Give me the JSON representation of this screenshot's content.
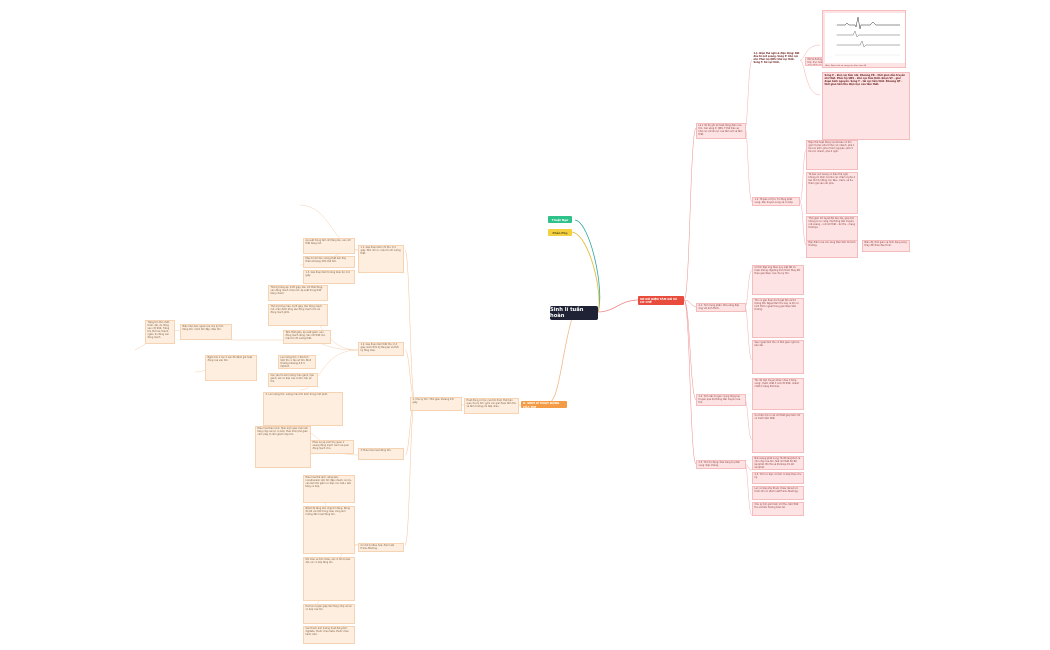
{
  "central": {
    "label": "Sinh lí tuần hoàn"
  },
  "branches": {
    "green": {
      "label": "Thuật Ngữ",
      "color": "#2ec28a"
    },
    "yellow": {
      "label": "Phần Phụ",
      "color": "#f4d03f"
    },
    "red": {
      "label": "SƠ ĐỒ ĐIỆN TÂM ĐỒ VÀ CƠ CHẾ",
      "color": "#e74c3c"
    },
    "orange": {
      "label": "II. SINH LÝ HOẠT ĐỘNG CỦA TIM",
      "color": "#f39c45"
    }
  },
  "colors": {
    "line_red": "#f08a8a",
    "line_orange": "#f2b98a",
    "line_teal": "#2aa6a0",
    "line_yellow": "#e0b830"
  },
  "right_nodes": {
    "r_ecg_head": "Là 1 đồ thị ghi lại hoạt động điện của tim. Các sóng P, QRS, T thể hiện sự khử cực và tái cực của tâm nhĩ và tâm thất.",
    "r_bold_1": "1.1. Điện thế nghỉ & điện động: Bắt đầu từ nút xoang. Sóng P: khử cực nhĩ. Phức bộ QRS: khử cực thất. Sóng T: tái cực thất.",
    "r_small_top": "Mô tả đường ghi điện tim: trục hoành biểu diễn thời gian, trục tung biểu diễn điện thế.",
    "r_fig_caption": "Hình: Đạo trình và sóng trên điện tâm đồ",
    "r_bold_list": "Sóng P – khử cực tâm nhĩ. Khoảng PR – thời gian dẫn truyền nhĩ thất. Phức bộ QRS – khử cực tâm thất. Đoạn ST – giai đoạn bình nguyên. Sóng T – tái cực tâm thất. Khoảng QT – thời gian tâm thu điện học của tâm thất.",
    "r_cell": "1.2. Tế bào cơ tim: Tự động phát xung, dẫn truyền xung và co bóp.",
    "r_long_1": "Điện thế hoạt động của tế bào cơ tim gồm 5 pha: pha 0 khử cực nhanh, pha 1 tái cực sớm, pha 2 bình nguyên, pha 3 tái cực nhanh, pha 4 nghỉ.",
    "r_long_2": "Tế bào nút xoang có điện thế nghỉ không ổn định, tự khử cực chậm ở pha 4 tạo tính tự động. Ion Na+, Ca2+ và K+ tham gia vào các pha.",
    "r_long_3": "Thời gian trơ tuyệt đối kéo dài, giúp tim không bị co cứng. Hệ thống dẫn truyền: nút xoang – nút nhĩ thất – bó His – mạng Purkinje.",
    "r_mid_small": "Đặc điểm của các sóng điện tâm đồ bình thường.",
    "r_side_small": "Biên độ, thời gian và hình dạng sóng thay đổi theo đạo trình.",
    "r_2_1": "2.1. Tính hưng phấn: Khả năng đáp ứng với kích thích.",
    "r_2_1_a": "Cơ tim đáp ứng theo quy luật tất cả hoặc không. Ngưỡng kích thích thay đổi theo giai đoạn của chu kỳ tim.",
    "r_2_1_b": "Tim có giai đoạn trơ tuyệt đối và trơ tương đối. Ngoại tâm thu xảy ra khi có kích thích ngoài trong giai đoạn tâm trương.",
    "r_2_1_c": "Sau ngoại tâm thu có thời gian nghỉ bù kéo dài.",
    "r_2_2": "2.2. Tính dẫn truyền: Xung động lan truyền qua hệ thống dẫn truyền của tim.",
    "r_2_2_a": "Tốc độ dẫn truyền khác nhau ở từng vùng: chậm nhất ở nút nhĩ thất, nhanh nhất ở mạng Purkinje.",
    "r_2_2_b": "Sự chậm trễ ở nút nhĩ thất giúp tâm nhĩ co trước tâm thất.",
    "r_2_3": "2.3. Tính tự động: Khả năng tự phát xung nhịp nhàng.",
    "r_2_3_a": "Nút xoang phát xung 70–80 lần/phút, là chủ nhịp của tim. Nút nhĩ thất 40–60 lần/phút. Bó His và Purkinje 15–40 lần/phút.",
    "r_2_4": "2.4. Tính co bóp: Cơ tim co bóp theo chu kỳ.",
    "r_2_4_a": "Lực co bóp phụ thuộc chiều dài sợi cơ trước khi co (định luật Frank–Starling).",
    "r_2_4_b": "Chu kỳ tim gồm tâm nhĩ thu, tâm thất thu và tâm trương toàn bộ."
  },
  "left_nodes": {
    "l_main": "Hoạt động cơ học của tim được thể hiện qua chu kỳ tim: gồm các giai đoạn tâm thu và tâm trương nối tiếp nhau.",
    "l_1": "1. Chu kỳ tim: Thời gian khoảng 0,8 giây.",
    "l_1_top": "1.1. Giai đoạn tâm nhĩ thu: 0,1 giây. Tâm nhĩ co, máu từ nhĩ xuống thất.",
    "l_1_top_b": "Áp suất trong tâm nhĩ tăng lên, van nhĩ thất đang mở.",
    "l_1_top_c": "Máu từ nhĩ dồn xuống thất làm đầy thêm khoảng 30% thể tích.",
    "l_1_2": "1.2. Giai đoạn tâm thất thu: 0,3 giây. Gồm thời kỳ tăng áp và thời kỳ tống máu.",
    "l_1_2_a": "Thời kỳ tăng áp: 0,05 giây. Van nhĩ thất đóng, van động mạch chưa mở, áp suất trong thất tăng nhanh.",
    "l_1_2_b": "Thời kỳ tống máu: 0,25 giây. Van động mạch mở, máu được tống vào động mạch chủ và động mạch phổi.",
    "l_1_3": "1.3. Giai đoạn tâm trương toàn bộ: 0,4 giây.",
    "l_1_3_a": "Tâm thất giãn, áp suất giảm, van động mạch đóng. Van nhĩ thất mở, máu từ nhĩ xuống thất.",
    "l_far": "Biểu hiện bên ngoài của chu kỳ tim: tiếng tim, mỏm tim đập, điện tim.",
    "l_far_b": "Tiếng tim thứ nhất: trầm, dài, do đóng van nhĩ thất. Tiếng tim thứ hai: thanh, ngắn, do đóng van động mạch.",
    "l_far_c": "Nghe tim ở các ổ van để đánh giá hoạt động của van tim.",
    "l_2": "2. Lưu lượng tim: Lượng máu tim bơm trong một phút.",
    "l_2_a": "Lưu lượng tim = thể tích tâm thu × tần số tim. Bình thường khoảng 4,5–5 lít/phút.",
    "l_2_b": "Các yếu tố ảnh hưởng: tiền gánh, hậu gánh, sức co bóp của cơ tim, tần số tim.",
    "l_3": "3. Điều hòa hoạt động tim.",
    "l_3_a": "Điều hòa thần kinh: thần kinh giao cảm làm tăng nhịp và lực co bóp; thần kinh phó giao cảm (dây X) làm giảm nhịp tim.",
    "l_3_b": "Phản xạ áp cảm thụ quan ở xoang động mạch cảnh và quai động mạch chủ.",
    "l_3_c": "Điều hòa thể dịch: adrenalin, noradrenalin làm tim đập nhanh; ion K+ cao làm tim giảm co bóp; ion Ca2+ làm tăng co bóp.",
    "l_3_d": "Nhiệt độ tăng làm nhịp tim tăng. Nồng độ O2 và CO2 trong máu cũng ảnh hưởng đến hoạt động tim.",
    "l_3_e": "Cơ chế tự điều hòa: định luật Frank–Starling.",
    "l_3_f": "Khi máu về tim nhiều, sợi cơ tim bị kéo dài, lực co bóp tăng lên.",
    "l_3_g": "Hormon tuyến giáp làm tăng nhịp và lực co bóp của tim.",
    "l_3_h": "Các thuốc ảnh hưởng hoạt động tim: digitalis, thuốc chẹn beta, thuốc chẹn kênh calci."
  }
}
